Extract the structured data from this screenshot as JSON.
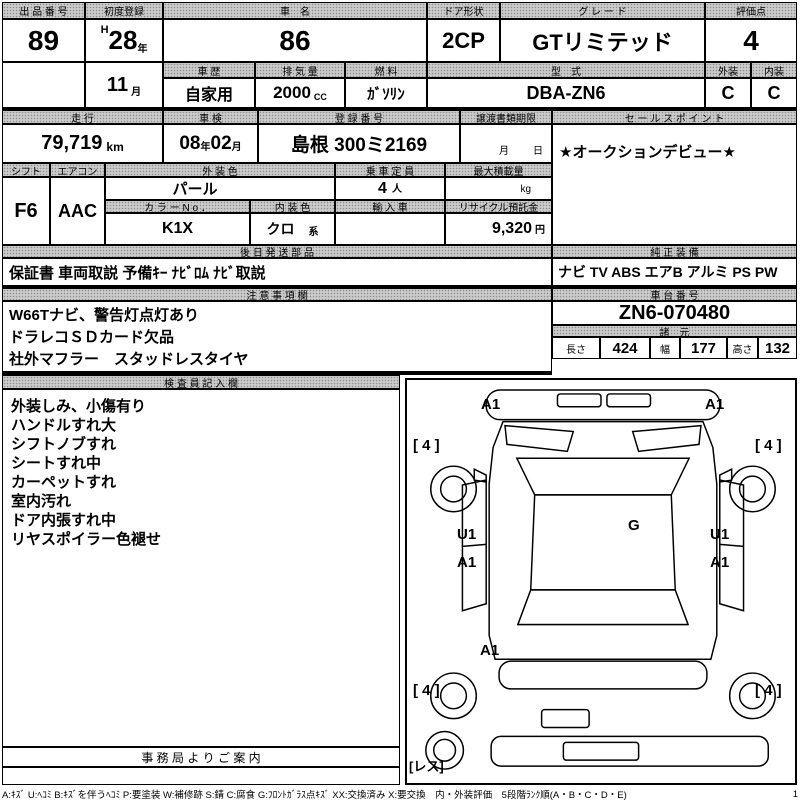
{
  "top": {
    "lot": {
      "label": "出 品 番 号",
      "value": "89"
    },
    "first_reg": {
      "label": "初度登録",
      "era": "H",
      "year": "28",
      "year_unit": "年",
      "month": "11",
      "month_unit": "月"
    },
    "car_name": {
      "label": "車　名",
      "value": "86"
    },
    "door": {
      "label": "ドア形状",
      "value": "2CP"
    },
    "grade": {
      "label": "グ レ ー ド",
      "value": "GTリミテッド"
    },
    "score": {
      "label": "評価点",
      "value": "4"
    },
    "history": {
      "label": "車 歴",
      "value": "自家用"
    },
    "displacement": {
      "label": "排 気 量",
      "value": "2000",
      "unit": "CC"
    },
    "fuel": {
      "label": "燃 料",
      "value": "ｶﾞｿﾘﾝ"
    },
    "model": {
      "label": "型　式",
      "value": "DBA-ZN6"
    },
    "exterior": {
      "label": "外装",
      "value": "C"
    },
    "interior": {
      "label": "内装",
      "value": "C"
    }
  },
  "reg": {
    "mileage": {
      "label": "走 行",
      "value": "79,719",
      "unit": "km"
    },
    "inspection": {
      "label": "車 検",
      "year": "08",
      "year_unit": "年",
      "month": "02",
      "month_unit": "月"
    },
    "reg_no": {
      "label": "登 録 番 号",
      "value": "島根 300ミ2169"
    },
    "transfer": {
      "label": "譲渡書類期限",
      "month": "月",
      "day": "日"
    },
    "sales_point": {
      "label": "セ ー ル ス ポ イ ン ト",
      "value": "★オークションデビュー★"
    }
  },
  "details": {
    "shift": {
      "label": "シフト",
      "value": "F6"
    },
    "aircon": {
      "label": "エアコン",
      "value": "AAC"
    },
    "ext_color": {
      "label": "外 装 色",
      "value": "パール"
    },
    "capacity": {
      "label": "乗 車 定 員",
      "value": "4",
      "unit": "人"
    },
    "max_load": {
      "label": "最大積載量",
      "unit": "kg"
    },
    "color_no": {
      "label": "カ ラ ー N o ．",
      "value": "K1X"
    },
    "int_color": {
      "label": "内 装 色",
      "value": "クロ",
      "unit": "系"
    },
    "import_car": {
      "label": "輸 入 車",
      "value": ""
    },
    "recycle": {
      "label": "リサイクル預託金",
      "value": "9,320",
      "unit": "円"
    }
  },
  "later_parts": {
    "label": "後 日 発 送 部 品",
    "value": "保証書 車両取説 予備ｷｰ ﾅﾋﾞﾛﾑ ﾅﾋﾞ取説"
  },
  "equipment": {
    "label": "純 正 装 備",
    "value": "ナビ TV ABS エアB アルミ PS PW"
  },
  "notes": {
    "label": "注 意 事 項 欄",
    "lines": [
      "W66Tナビ、警告灯点灯あり",
      "ドラレコＳＤカード欠品",
      "社外マフラー　スタッドレスタイヤ"
    ]
  },
  "chassis": {
    "label": "車 台 番 号",
    "value": "ZN6-070480"
  },
  "specs": {
    "label": "諸　元",
    "length_label": "長さ",
    "length": "424",
    "width_label": "幅",
    "width": "177",
    "height_label": "高さ",
    "height": "132"
  },
  "inspector": {
    "label": "検 査 員 記 入 欄",
    "lines": [
      "外装しみ、小傷有り",
      "ハンドルすれ大",
      "シフトノブすれ",
      "シートすれ中",
      "カーペットすれ",
      "室内汚れ",
      "ドア内張すれ中",
      "リヤスポイラー色褪せ"
    ]
  },
  "office": {
    "label": "事 務 局 よ り ご 案 内"
  },
  "diagram": {
    "annotations": [
      {
        "text": "A1"
      },
      {
        "text": "A1"
      },
      {
        "text": "[ 4 ]"
      },
      {
        "text": "[ 4 ]"
      },
      {
        "text": "U1"
      },
      {
        "text": "A1"
      },
      {
        "text": "G"
      },
      {
        "text": "U1"
      },
      {
        "text": "A1"
      },
      {
        "text": "A1"
      },
      {
        "text": "[ 4 ]"
      },
      {
        "text": "[ 4 ]"
      },
      {
        "text": "[レス]"
      }
    ]
  },
  "legend": {
    "text": "A:ｷｽﾞ U:ﾍｺﾐ B:ｷｽﾞを伴うﾍｺﾐ P:要塗装 W:補修跡 S:錆 C:腐食 G:ﾌﾛﾝﾄｶﾞﾗｽ点ｷｽﾞ XX:交換済み X:要交換　内・外装評価　5段階ﾗﾝｸ順(A・B・C・D・E)",
    "page": "1"
  }
}
